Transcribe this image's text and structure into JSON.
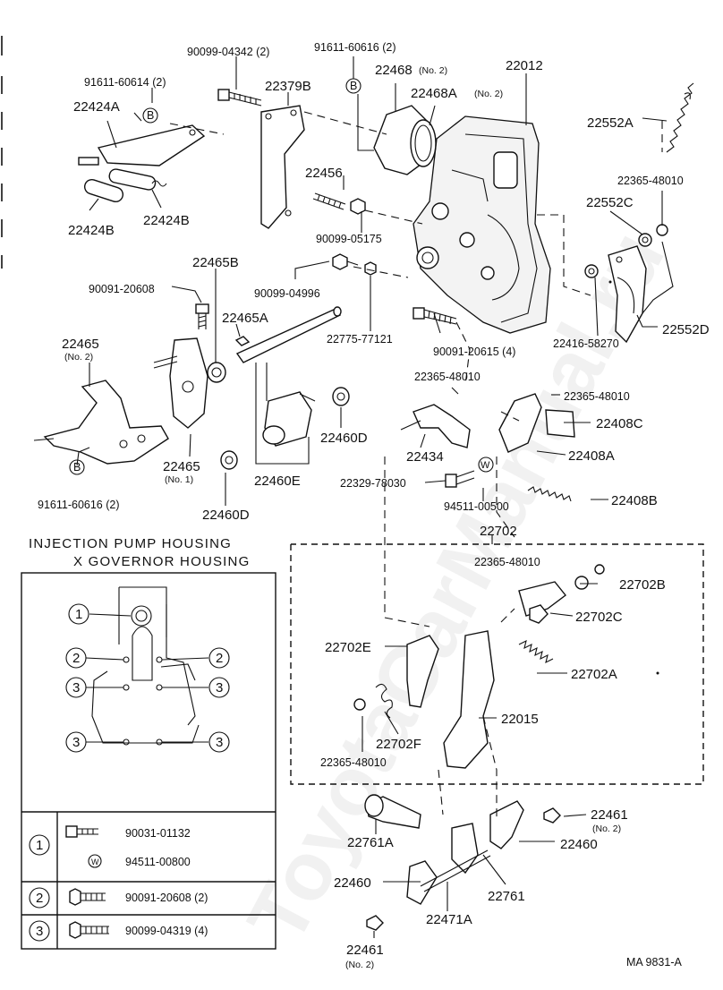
{
  "watermark": "ToyotaCarManual.ru",
  "labels": {
    "p90099_04342": "90099-04342 (2)",
    "p91611_60616_top": "91611-60616 (2)",
    "p91611_60614": "91611-60614 (2)",
    "p22379B": "22379B",
    "p22468": "22468",
    "p22468_sub": "(No. 2)",
    "p22012": "22012",
    "p22468A": "22468A",
    "p22468A_sub": "(No. 2)",
    "p22424A": "22424A",
    "p22552A": "22552A",
    "p22456": "22456",
    "p22365_48010_a": "22365-48010",
    "p22552C": "22552C",
    "p22424B_a": "22424B",
    "p22424B_b": "22424B",
    "p90099_05175": "90099-05175",
    "p22465B": "22465B",
    "p90099_04996": "90099-04996",
    "p90091_20608": "90091-20608",
    "p22465A": "22465A",
    "p22775_77121": "22775-77121",
    "p22552D": "22552D",
    "p90091_20615": "90091-20615 (4)",
    "p22465_no2": "22465",
    "p22465_no2_sub": "(No. 2)",
    "p22416_58270": "22416-58270",
    "p22365_48010_b": "22365-48010",
    "p22365_48010_c": "22365-48010",
    "p22408C": "22408C",
    "p22460D_a": "22460D",
    "p22434": "22434",
    "p22408A": "22408A",
    "p22465_no1": "22465",
    "p22465_no1_sub": "(No. 1)",
    "p22460E": "22460E",
    "p22329_78030": "22329-78030",
    "p94511_00500": "94511-00500",
    "p22408B": "22408B",
    "p91611_60616_bot": "91611-60616 (2)",
    "p22460D_b": "22460D",
    "p22702": "22702",
    "p22365_48010_d": "22365-48010",
    "p22702B": "22702B",
    "p22702C": "22702C",
    "p22702E": "22702E",
    "p22702A": "22702A",
    "p22015": "22015",
    "p22365_48010_e": "22365-48010",
    "p22702F": "22702F",
    "p22761A": "22761A",
    "p22461_a": "22461",
    "p22461_a_sub": "(No. 2)",
    "p22460_a": "22460",
    "p22460_b": "22460",
    "p22761": "22761",
    "p22471A": "22471A",
    "p22461_b": "22461",
    "p22461_b_sub": "(No. 2)",
    "code": "MA 9831-A",
    "marker_B": "B",
    "marker_W": "W"
  },
  "inset": {
    "title_line1": "INJECTION PUMP HOUSING",
    "title_line2": "X GOVERNOR HOUSING",
    "callouts": [
      "1",
      "2",
      "3"
    ],
    "table": [
      {
        "num": "1",
        "items": [
          {
            "part": "90031-01132"
          },
          {
            "marker": "W",
            "part": "94511-00800"
          }
        ]
      },
      {
        "num": "2",
        "items": [
          {
            "part": "90091-20608 (2)"
          }
        ]
      },
      {
        "num": "3",
        "items": [
          {
            "part": "90099-04319 (4)"
          }
        ]
      }
    ]
  }
}
